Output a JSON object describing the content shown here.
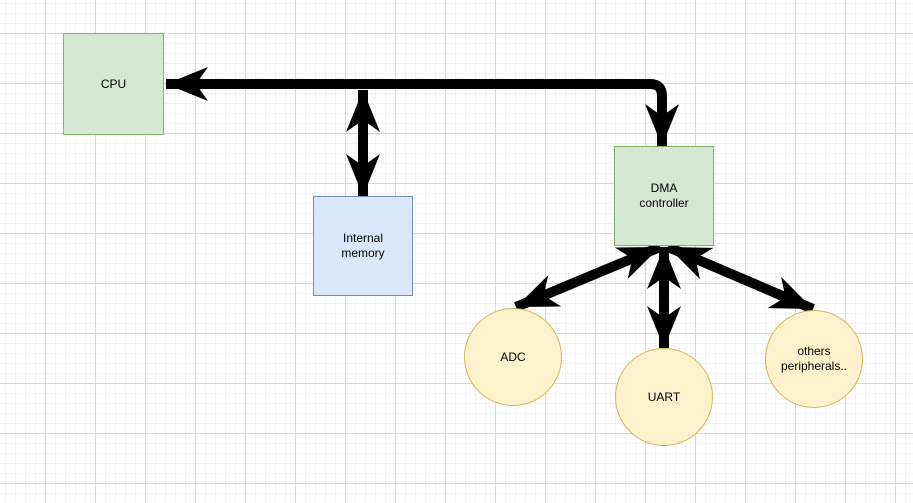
{
  "diagram": {
    "nodes": {
      "cpu": {
        "label": "CPU",
        "shape": "rectangle",
        "fill": "#d5e8d4",
        "stroke": "#82b366"
      },
      "internal_memory": {
        "label": "Internal memory",
        "shape": "rectangle",
        "fill": "#dae8fc",
        "stroke": "#6c8ebf"
      },
      "dma_controller": {
        "label": "DMA controller",
        "shape": "rectangle",
        "fill": "#d5e8d4",
        "stroke": "#82b366"
      },
      "adc": {
        "label": "ADC",
        "shape": "circle",
        "fill": "#fff2cc",
        "stroke": "#d6b656"
      },
      "uart": {
        "label": "UART",
        "shape": "circle",
        "fill": "#fff2cc",
        "stroke": "#d6b656"
      },
      "others": {
        "label": "others peripherals..",
        "shape": "circle",
        "fill": "#fff2cc",
        "stroke": "#d6b656"
      }
    },
    "edges": [
      {
        "from": "dma_controller",
        "to": "cpu",
        "style": "thick-double-arrow",
        "route": "up-then-left"
      },
      {
        "from": "cpu_dma_bus",
        "to": "internal_memory",
        "style": "thick-double-arrow",
        "route": "vertical"
      },
      {
        "from": "dma_controller",
        "to": "adc",
        "style": "thick-double-arrow",
        "route": "diagonal-down-left"
      },
      {
        "from": "dma_controller",
        "to": "uart",
        "style": "thick-double-arrow",
        "route": "vertical"
      },
      {
        "from": "dma_controller",
        "to": "others",
        "style": "thick-double-arrow",
        "route": "diagonal-down-right"
      }
    ]
  },
  "colors": {
    "canvas_bg": "#ffffff",
    "grid_minor": "#f2f2f2",
    "grid_major": "#d8d8d8",
    "arrow": "#000000",
    "node_green_fill": "#d5e8d4",
    "node_green_stroke": "#82b366",
    "node_blue_fill": "#dae8fc",
    "node_blue_stroke": "#6c8ebf",
    "node_yellow_fill": "#fff2cc",
    "node_yellow_stroke": "#d6b656"
  }
}
